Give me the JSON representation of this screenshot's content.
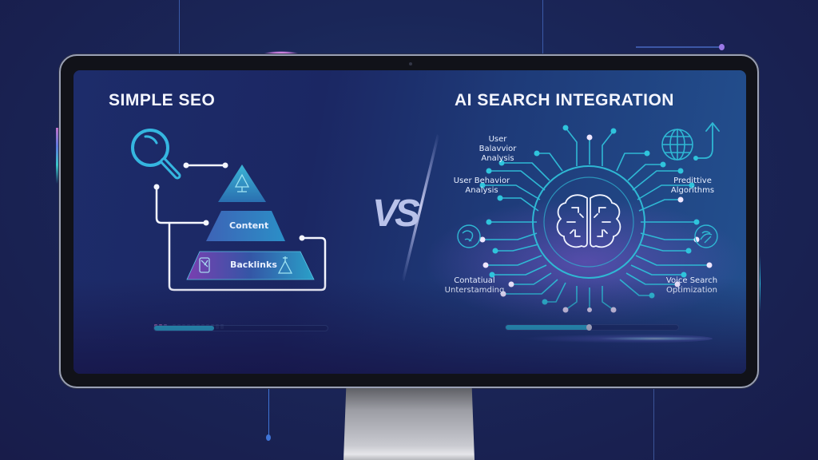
{
  "left_panel": {
    "title": "SIMPLE SEO",
    "pyramid": {
      "top_tier": {
        "label": "",
        "icon": "tree-icon"
      },
      "middle_tier": {
        "label": "Content"
      },
      "bottom_tier": {
        "label": "Backlinks",
        "left_icon": "hourglass-icon",
        "right_icon": "flask-icon"
      }
    },
    "progress": {
      "percent": 34,
      "segments_total": 14,
      "segments_active": 3
    }
  },
  "vs_label": "VS",
  "right_panel": {
    "title": "AI SEARCH INTEGRATION",
    "labels": [
      {
        "id": "top-left",
        "line1": "User Balavvior",
        "line2": "Analysis"
      },
      {
        "id": "mid-left",
        "line1": "User Behavior",
        "line2": "Analysis"
      },
      {
        "id": "right",
        "line1": "Predittive",
        "line2": "Algorithms"
      },
      {
        "id": "bottom-left",
        "line1": "Contatiual",
        "line2": "Unterstamding"
      },
      {
        "id": "bottom-right",
        "line1": "Voice Search",
        "line2": "Optimization"
      }
    ],
    "icons": [
      "brain-icon",
      "globe-icon",
      "arrow-up-icon",
      "fingerprint-left-icon",
      "fingerprint-right-icon"
    ],
    "progress": {
      "percent": 48
    }
  },
  "colors": {
    "accent_cyan": "#2ec7e6",
    "accent_purple": "#b98cf0",
    "background": "#1a2658",
    "bezel": "#111219"
  }
}
